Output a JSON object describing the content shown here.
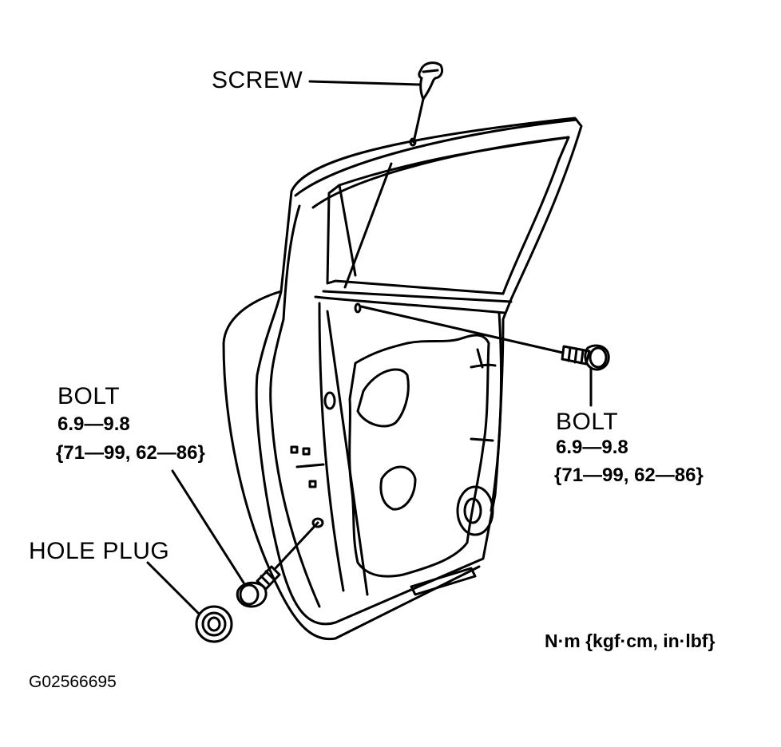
{
  "labels": {
    "screw": "SCREW",
    "bolt_left": {
      "name": "BOLT",
      "torque_nm": "6.9—9.8",
      "torque_alt": "{71—99, 62—86}"
    },
    "bolt_right": {
      "name": "BOLT",
      "torque_nm": "6.9—9.8",
      "torque_alt": "{71—99, 62—86}"
    },
    "hole_plug": "HOLE PLUG"
  },
  "units_note": "N·m {kgf·cm, in·lbf}",
  "figure_code": "G02566695",
  "colors": {
    "line": "#000000",
    "background": "#ffffff"
  }
}
